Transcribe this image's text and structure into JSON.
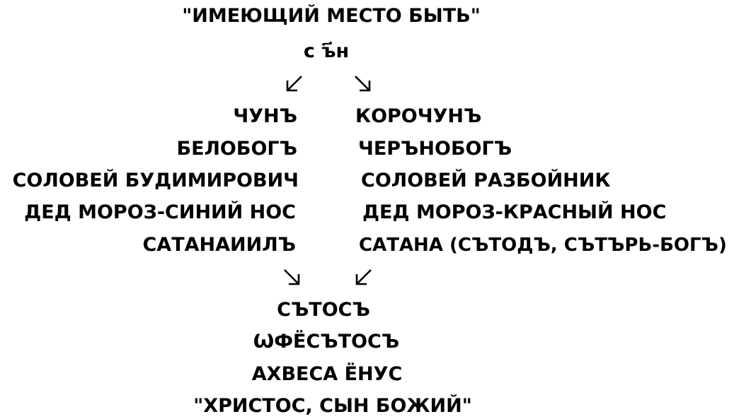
{
  "title_top": "\"ИМЕЮЩИЙ МЕСТО БЫТЬ\"",
  "root_word": "ⅽ ъ҃н",
  "left_column": [
    "ЧУНЪ",
    "БЕЛОБОГЪ",
    "СОЛОВЕЙ БУДИМИРОВИЧ",
    "ДЕД МОРОЗ-СИНИЙ НОС",
    "САТАНАИИЛЪ"
  ],
  "right_column": [
    "КОРОЧУНЪ",
    "ЧЕРЪНОБОГЪ",
    "СОЛОВЕЙ РАЗБОЙНИК",
    "ДЕД МОРОЗ-КРАСНЫЙ НОС",
    "САТАНА (СЪТОДЪ, СЪТЪРЬ-БОГЪ)"
  ],
  "bottom_lines": [
    "СЪТОСЪ",
    "ѠФЁСЪТОСЪ",
    "АХВЕСА ЁНУС"
  ],
  "title_bottom": "\"ХРИСТОС, СЫН БОЖИЙ\"",
  "arrows": {
    "top_left": "arrow-down-left-icon",
    "top_right": "arrow-down-right-icon",
    "bottom_left": "arrow-down-right-icon",
    "bottom_right": "arrow-down-left-icon"
  }
}
